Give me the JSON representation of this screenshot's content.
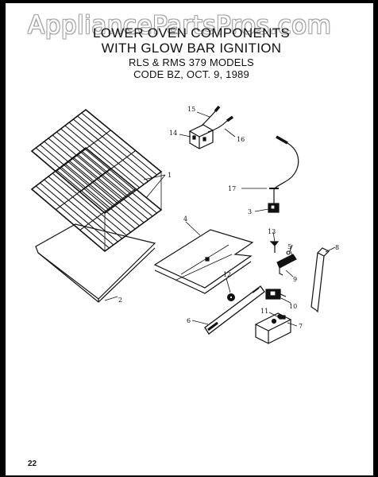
{
  "watermark": "AppliancePartsPros.com",
  "title": {
    "line1": "LOWER OVEN COMPONENTS",
    "line2": "WITH GLOW BAR IGNITION",
    "line3": "RLS & RMS 379 MODELS",
    "line4": "CODE BZ, OCT. 9, 1989"
  },
  "part_labels": [
    "1",
    "2",
    "3",
    "4",
    "5",
    "6",
    "7",
    "8",
    "9",
    "10",
    "11",
    "12",
    "13",
    "14",
    "15",
    "16",
    "17"
  ],
  "page_number": "22"
}
